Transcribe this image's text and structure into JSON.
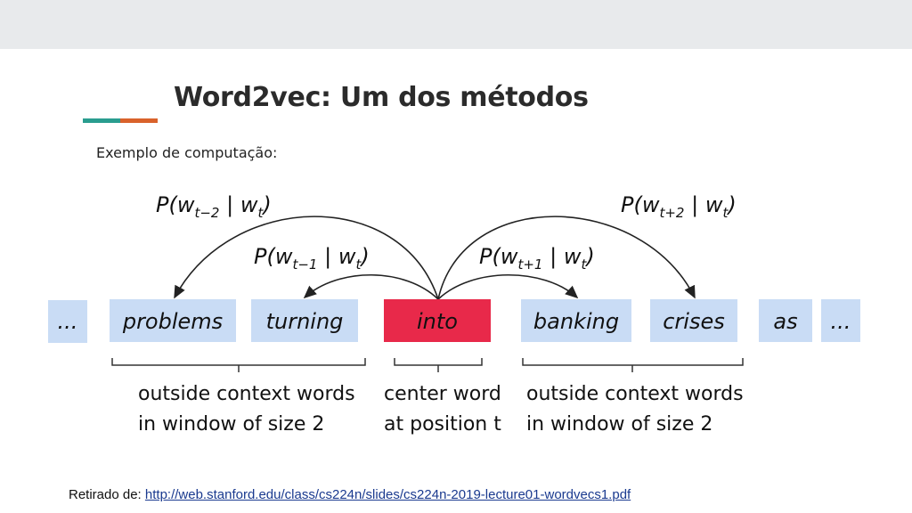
{
  "slide": {
    "title": "Word2vec: Um dos métodos",
    "subtitle": "Exemplo de computação:",
    "source_prefix": "Retirado de:",
    "source_url": "http://web.stanford.edu/class/cs224n/slides/cs224n-2019-lecture01-wordvecs1.pdf"
  },
  "diagram": {
    "words": [
      "...",
      "problems",
      "turning",
      "into",
      "banking",
      "crises",
      "as",
      "..."
    ],
    "center_word": "into",
    "probabilities": {
      "p_minus_2": "P(wt−2 | wt)",
      "p_minus_1": "P(wt−1 | wt)",
      "p_plus_1": "P(wt+1 | wt)",
      "p_plus_2": "P(wt+2 | wt)"
    },
    "captions": {
      "left_line1": "outside context words",
      "left_line2": "in window of size 2",
      "center_line1": "center word",
      "center_line2": "at position t",
      "right_line1": "outside context words",
      "right_line2": "in window of size 2"
    },
    "colors": {
      "word_box": "#c9dcf5",
      "center_box": "#e8294a",
      "arrow": "#222222"
    }
  }
}
